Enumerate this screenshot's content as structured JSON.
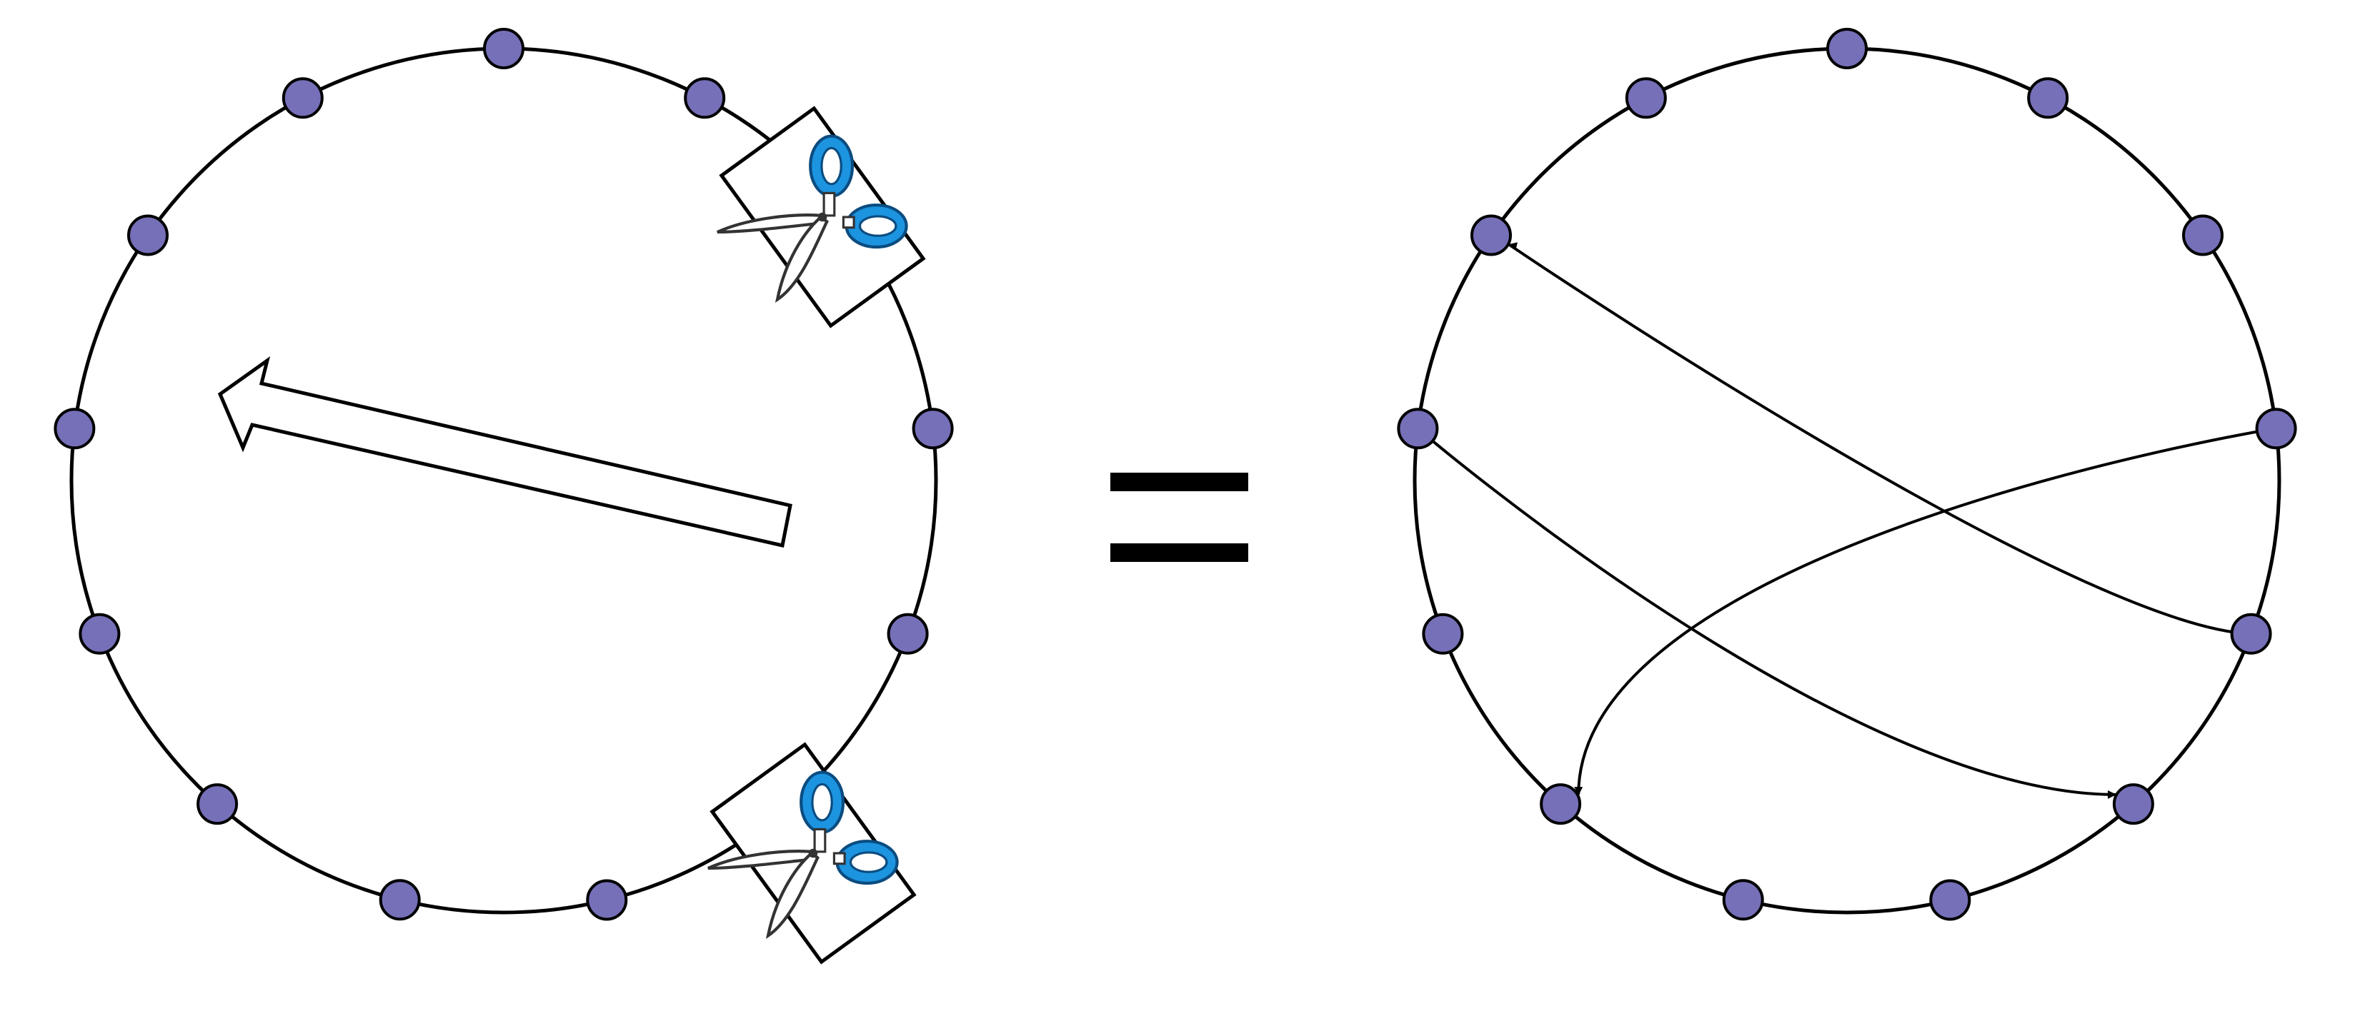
{
  "colors": {
    "node_fill": "#7570B8",
    "stroke": "#000000",
    "scissor_blue": "#1C94E0",
    "background": "#FFFFFF"
  },
  "left_panel": {
    "node_count": 13,
    "cut_marks": [
      {
        "icon": "scissors-icon"
      },
      {
        "icon": "scissors-icon"
      }
    ],
    "shift_arrow": {
      "icon": "hollow-arrow-icon",
      "direction": "left"
    }
  },
  "operator": {
    "symbol": "equals-sign"
  },
  "right_panel": {
    "node_count": 13,
    "chords": [
      {
        "from_node": 4,
        "to_node": 11
      },
      {
        "from_node": 10,
        "to_node": 5
      },
      {
        "from_node": 3,
        "to_node": 8
      }
    ]
  }
}
